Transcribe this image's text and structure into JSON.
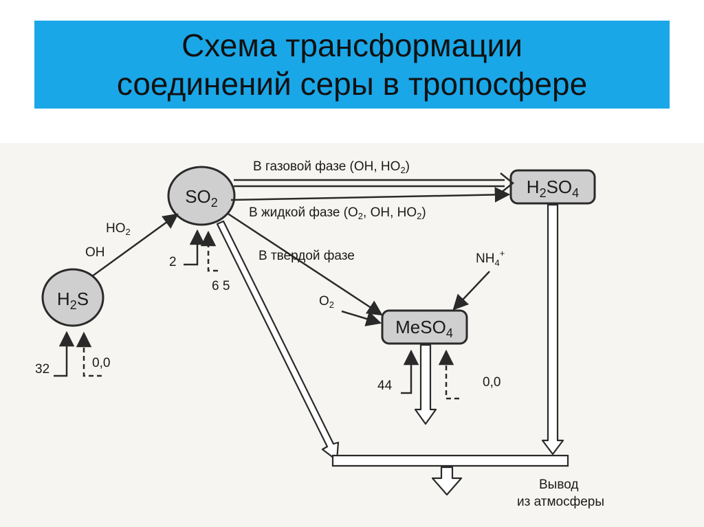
{
  "title": {
    "line1": "Схема трансформации",
    "line2": "соединений серы в тропосфере"
  },
  "diagram": {
    "nodes": {
      "so2": "SO2",
      "h2s": "H2S",
      "h2so4": "H2SO4",
      "meso4": "MeSO4"
    },
    "labels": {
      "gas_phase": "В газовой фазе (OH, HO2)",
      "liquid_phase": "В жидкой фазе (O2, OH, HO2)",
      "solid_phase": "В твердой фазе",
      "ho2": "HO2",
      "oh": "OH",
      "nh4": "NH4+",
      "o2": "O2",
      "so2_source": "2",
      "so2_sink": "6 5",
      "h2s_source": "32",
      "h2s_sink": "0,0",
      "meso4_source": "44",
      "meso4_sink": "0,0",
      "output_line1": "Вывод",
      "output_line2": "из атмосферы"
    }
  },
  "colors": {
    "title_banner": "#1aa7e8",
    "node_fill": "#cfcfcf",
    "line": "#2a2a2a"
  }
}
